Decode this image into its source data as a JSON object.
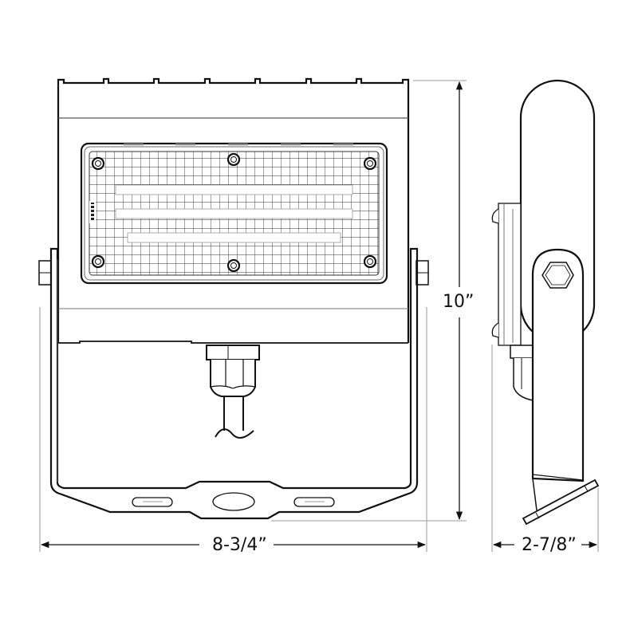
{
  "drawing": {
    "subject": "LED flood light dimension drawing",
    "views": [
      {
        "name": "front-view",
        "label": ""
      },
      {
        "name": "side-view",
        "label": ""
      }
    ],
    "colors": {
      "line": "#111111",
      "thin_line": "#555555",
      "dim_line": "#9a9a9a",
      "background": "#ffffff"
    }
  },
  "dimensions": {
    "height": {
      "value": "10”",
      "orientation": "vertical"
    },
    "width": {
      "value": "8-3/4”",
      "orientation": "horizontal"
    },
    "depth": {
      "value": "2-7/8”",
      "orientation": "horizontal"
    }
  },
  "front_view": {
    "lens_screws": 6,
    "fin_notches": 7,
    "led_strips": 3,
    "bracket_slots": 2,
    "bracket_center_hole": 1
  }
}
